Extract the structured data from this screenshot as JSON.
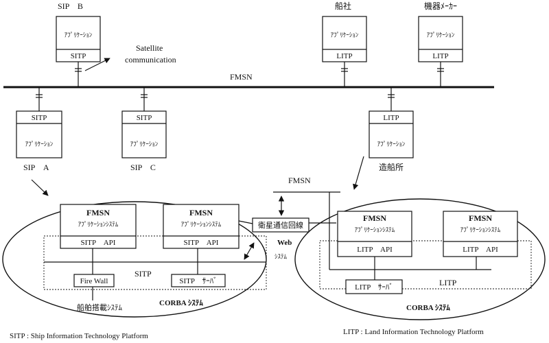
{
  "network": {
    "bus_label": "FMSN",
    "satellite_label_line1": "Satellite",
    "satellite_label_line2": "communication"
  },
  "nodes": {
    "sip_b": {
      "name": "SIP　B",
      "app": "ｱﾌﾟﾘｹｰｼｮﾝ",
      "platform": "SITP"
    },
    "shipping": {
      "name": "船社",
      "app": "ｱﾌﾟﾘｹｰｼｮﾝ",
      "platform": "LITP"
    },
    "maker": {
      "name": "機器ﾒｰｶｰ",
      "app": "ｱﾌﾟﾘｹｰｼｮﾝ",
      "platform": "LITP"
    },
    "sip_a": {
      "name": "SIP　A",
      "app": "ｱﾌﾟﾘｹｰｼｮﾝ",
      "platform": "SITP"
    },
    "sip_c": {
      "name": "SIP　C",
      "app": "ｱﾌﾟﾘｹｰｼｮﾝ",
      "platform": "SITP"
    },
    "shipyard": {
      "name": "造船所",
      "app": "ｱﾌﾟﾘｹｰｼｮﾝ",
      "platform": "LITP"
    }
  },
  "ship_system": {
    "app1_title": "FMSN",
    "app1_sub": "ｱﾌﾟﾘｹｰｼｮﾝｼｽﾃﾑ",
    "app1_api": "SITP　API",
    "app2_title": "FMSN",
    "app2_sub": "ｱﾌﾟﾘｹｰｼｮﾝｼｽﾃﾑ",
    "app2_api": "SITP　API",
    "platform_label": "SITP",
    "firewall": "Fire Wall",
    "server": "SITP　ｻｰﾊﾞ",
    "onboard_label": "船舶搭載ｼｽﾃﾑ",
    "corba_label": "CORBA ｼｽﾃﾑ"
  },
  "bridge": {
    "satellite_line": "衛星通信回線",
    "web_line1": "Web",
    "web_line2": "ｼｽﾃﾑ",
    "fmsn_label": "FMSN"
  },
  "land_system": {
    "app1_title": "FMSN",
    "app1_sub": "ｱﾌﾟﾘｹｰｼｮﾝｼｽﾃﾑ",
    "app1_api": "LITP　API",
    "app2_title": "FMSN",
    "app2_sub": "ｱﾌﾟﾘｹｰｼｮﾝｼｽﾃﾑ",
    "app2_api": "LITP　API",
    "platform_label": "LITP",
    "server": "LITP　ｻｰﾊﾞ",
    "corba_label": "CORBA ｼｽﾃﾑ"
  },
  "legend": {
    "sitp": "SITP : Ship Information Technology Platform",
    "litp": "LITP : Land Information Technology Platform"
  }
}
